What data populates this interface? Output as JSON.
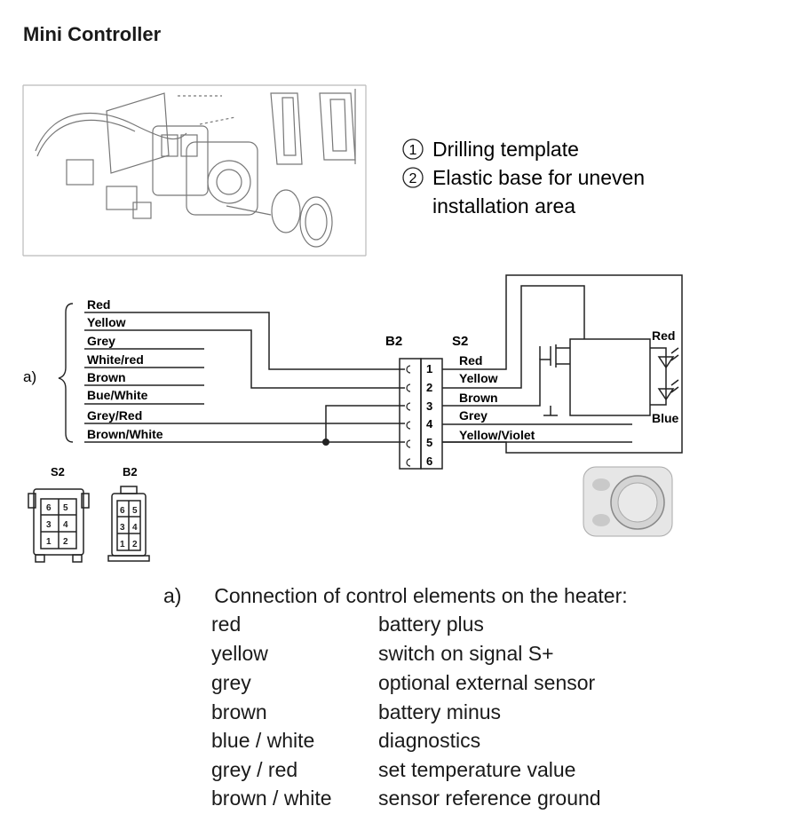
{
  "title": "Mini Controller",
  "notes": [
    {
      "num": "1",
      "text": "Drilling template"
    },
    {
      "num": "2",
      "text": "Elastic base for uneven"
    },
    {
      "num": "",
      "text": "installation area"
    }
  ],
  "wire_group_label": "a)",
  "wires": [
    "Red",
    "Yellow",
    "Grey",
    "White/red",
    "Brown",
    "Bue/White",
    "Grey/Red",
    "Brown/White"
  ],
  "connector_b2": "B2",
  "connector_s2": "S2",
  "pins": [
    "1",
    "2",
    "3",
    "4",
    "5",
    "6"
  ],
  "s2_wires": [
    "Red",
    "Yellow",
    "Brown",
    "Grey",
    "Yellow/Violet"
  ],
  "led_labels": {
    "top": "Red",
    "bottom": "Blue"
  },
  "plug_labels": {
    "s2": "S2",
    "b2": "B2"
  },
  "legend": {
    "heading_marker": "a)",
    "heading": "Connection of control elements on the heater:",
    "rows": [
      {
        "color": "red",
        "desc": "battery plus"
      },
      {
        "color": "yellow",
        "desc": "switch on signal S+"
      },
      {
        "color": "grey",
        "desc": "optional external sensor"
      },
      {
        "color": "brown",
        "desc": "battery minus"
      },
      {
        "color": "blue / white",
        "desc": "diagnostics"
      },
      {
        "color": "grey / red",
        "desc": "set temperature value"
      },
      {
        "color": "brown / white",
        "desc": "sensor reference ground"
      }
    ]
  }
}
